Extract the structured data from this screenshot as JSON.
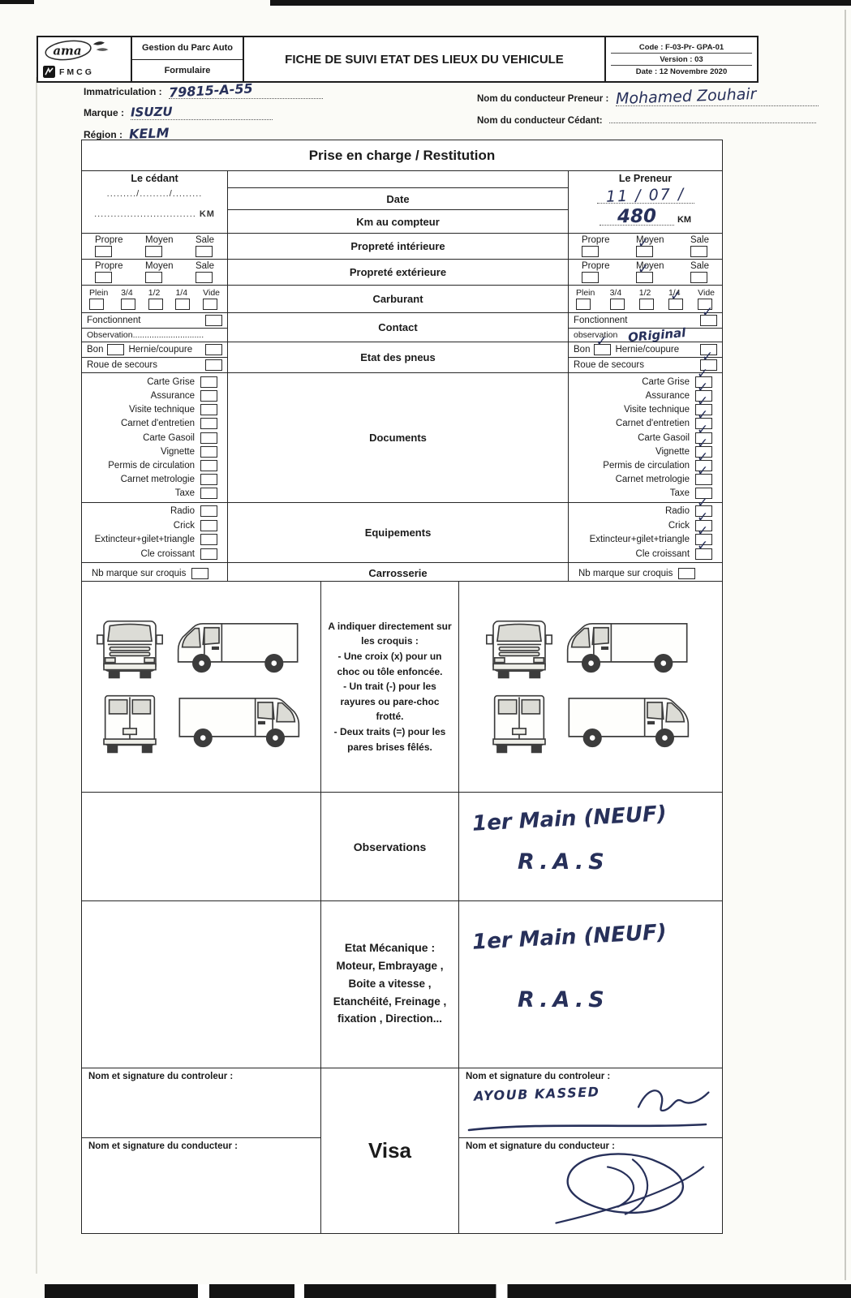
{
  "colors": {
    "ink": "#27305a",
    "paper": "#fbfbf7"
  },
  "header": {
    "logo_ama": "ama",
    "logo_fmcg": "FMCG",
    "dept_line1": "Gestion du Parc Auto",
    "dept_line2": "Formulaire",
    "title": "FICHE DE SUIVI ETAT DES LIEUX DU VEHICULE",
    "code": "Code : F-03-Pr- GPA-01",
    "version": "Version : 03",
    "date": "Date : 12 Novembre 2020"
  },
  "info": {
    "immatriculation_label": "Immatriculation :",
    "immatriculation_value": "79815-A-55",
    "marque_label": "Marque :",
    "marque_value": "ISUZU",
    "region_label": "Région :",
    "region_value": "KELM",
    "preneur_label": "Nom du conducteur Preneur :",
    "preneur_value": "Mohamed Zouhair",
    "cedant_label": "Nom du conducteur Cédant:"
  },
  "table": {
    "title": "Prise en charge / Restitution",
    "cedant_header": "Le cédant",
    "preneur_header": "Le Preneur",
    "date": {
      "label": "Date",
      "cedant_dots": "........./........./.........",
      "preneur_value": "11 / 07 /"
    },
    "km": {
      "label": "Km au compteur",
      "cedant_dots": "...............................",
      "unit": "KM",
      "preneur_value": "480"
    },
    "proprete_int": {
      "label": "Propreté intérieure",
      "options": [
        "Propre",
        "Moyen",
        "Sale"
      ],
      "preneur_checks": [
        "",
        "✓",
        ""
      ]
    },
    "proprete_ext": {
      "label": "Propreté extérieure",
      "options": [
        "Propre",
        "Moyen",
        "Sale"
      ],
      "preneur_checks": [
        "",
        "✓",
        ""
      ]
    },
    "carburant": {
      "label": "Carburant",
      "options": [
        "Plein",
        "3/4",
        "1/2",
        "1/4",
        "Vide"
      ],
      "preneur_checks": [
        "",
        "",
        "",
        "✓",
        ""
      ]
    },
    "contact": {
      "label": "Contact",
      "fonctionnent": "Fonctionnent",
      "cedant_observation": "Observation..............................",
      "preneur_obs_label": "observation",
      "preneur_obs_value": "ORiginal",
      "preneur_check": "✓"
    },
    "pneus": {
      "label": "Etat des pneus",
      "bon": "Bon",
      "hernie": "Hernie/coupure",
      "roue": "Roue de secours",
      "preneur_bon_check": "✓",
      "preneur_hernie_check": "",
      "preneur_roue_check": "✓"
    },
    "documents": {
      "label": "Documents",
      "items": [
        "Carte Grise",
        "Assurance",
        "Visite technique",
        "Carnet d'entretien",
        "Carte Gasoil",
        "Vignette",
        "Permis de circulation",
        "Carnet metrologie",
        "Taxe"
      ],
      "preneur_checks": [
        "✓",
        "✓",
        "✓",
        "✓",
        "✓",
        "✓",
        "✓",
        "✓",
        ""
      ]
    },
    "equipements": {
      "label": "Equipements",
      "items": [
        "Radio",
        "Crick",
        "Extincteur+gilet+triangle",
        "Cle croissant"
      ],
      "preneur_checks": [
        "✓",
        "✓",
        "✓",
        "✓"
      ]
    },
    "carrosserie": {
      "label": "Carrosserie",
      "nb_marque": "Nb marque sur croquis"
    }
  },
  "croquis": {
    "instructions": "A indiquer directement sur les croquis :\n- Une croix (x) pour un choc ou tôle enfoncée.\n- Un trait (-) pour les rayures ou pare-choc frotté.\n- Deux traits (=) pour les pares brises fêlés."
  },
  "observations": {
    "label": "Observations",
    "line1": "1er Main (NEUF)",
    "line2": "R.A.S"
  },
  "mecanique": {
    "label": "Etat Mécanique :",
    "details": "Moteur, Embrayage ,\nBoite a vitesse ,\nEtanchéité, Freinage ,\nfixation , Direction...",
    "line1": "1er Main (NEUF)",
    "line2": "R.A.S"
  },
  "signatures": {
    "controleur_label": "Nom et signature du controleur :",
    "controleur_name": "AYOUB KASSED",
    "conducteur_label": "Nom et signature du conducteur :",
    "visa": "Visa"
  }
}
